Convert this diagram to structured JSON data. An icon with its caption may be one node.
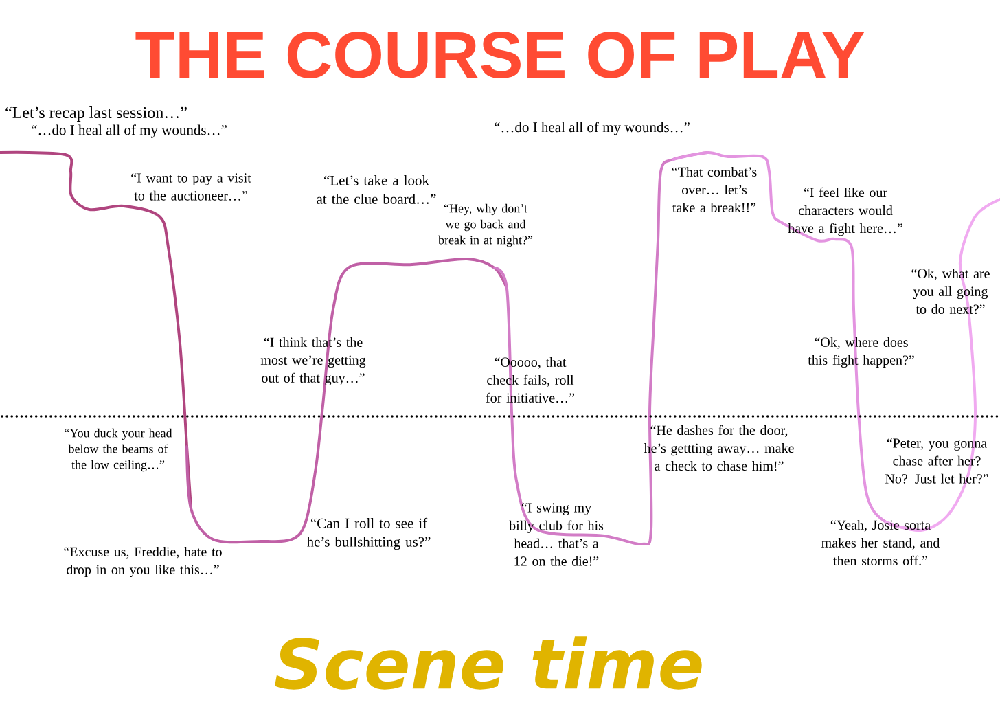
{
  "diagram": {
    "title": "THE COURSE OF PLAY",
    "labels": [
      "“Let’s recap last session…”",
      "“…do I heal all of my wounds…”",
      "“…do I heal all of my wounds…”",
      "“I want to pay a visit to the auctioneer…”",
      "“Let’s take a look at the clue board…”",
      "“That combat’s over… let’s take a break!!”",
      "“Hey, why don’t we go back and break in at night?”",
      "“I feel like our characters would have a fight here…”",
      "“Ok, what are you all going to do next?”",
      "“I think that’s the most we’re getting out of that guy…”",
      "“Ooooo, that check fails, roll for initiative…”",
      "“Ok, where does this fight happen?”",
      "“You duck your head below the beams of the low ceiling…”",
      "“He dashes for the door, he’s gettting away… make a check to chase him!”",
      "“Peter, you gonna chase after her? No? Just let her?”",
      "“Can I roll to see if he’s bullshitting us?”",
      "“I swing my billy club for his head… that’s a 12 on the die!”",
      "“Yeah, Josie sorta makes her stand, and then storms off.”",
      "“Excuse us, Freddie, hate to drop in on you like this…”",
      "Scene time"
    ]
  }
}
